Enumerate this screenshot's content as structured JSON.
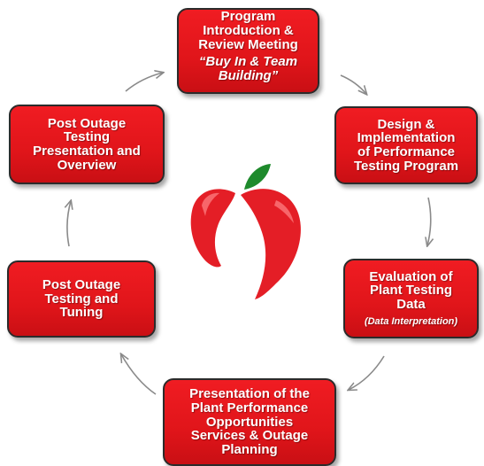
{
  "colors": {
    "box_fill": "#e3171c",
    "box_border": "#2b2b2b",
    "text": "#ffffff",
    "arrow": "#8a8a8a",
    "apple_red": "#e41e26",
    "leaf_green": "#1e8a2c"
  },
  "logo": {
    "icon": "apple-logo-icon"
  },
  "steps": [
    {
      "title": "Program\nIntroduction &\nReview Meeting",
      "subtitle": "“Buy In & Team\nBuilding”"
    },
    {
      "title": "Design &\nImplementation\nof Performance\nTesting Program"
    },
    {
      "title": "Evaluation of\nPlant Testing\nData",
      "subtitle": "(Data Interpretation)"
    },
    {
      "title": "Presentation of the\nPlant Performance\nOpportunities\nServices & Outage\nPlanning"
    },
    {
      "title": "Post Outage\nTesting and\nTuning"
    },
    {
      "title": "Post Outage\nTesting\nPresentation and\nOverview"
    }
  ]
}
